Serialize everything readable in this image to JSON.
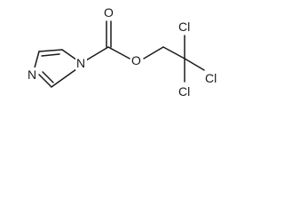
{
  "structure": {
    "atoms": {
      "n_imidazole_top": "N",
      "n_imidazole_left": "N",
      "o_carbonyl": "O",
      "o_ester": "O",
      "cl_top": "Cl",
      "cl_right": "Cl",
      "cl_bottom": "Cl"
    }
  },
  "colors": {
    "bond": "#1a1a1a",
    "label": "#1a1a1a",
    "background": "#ffffff"
  }
}
